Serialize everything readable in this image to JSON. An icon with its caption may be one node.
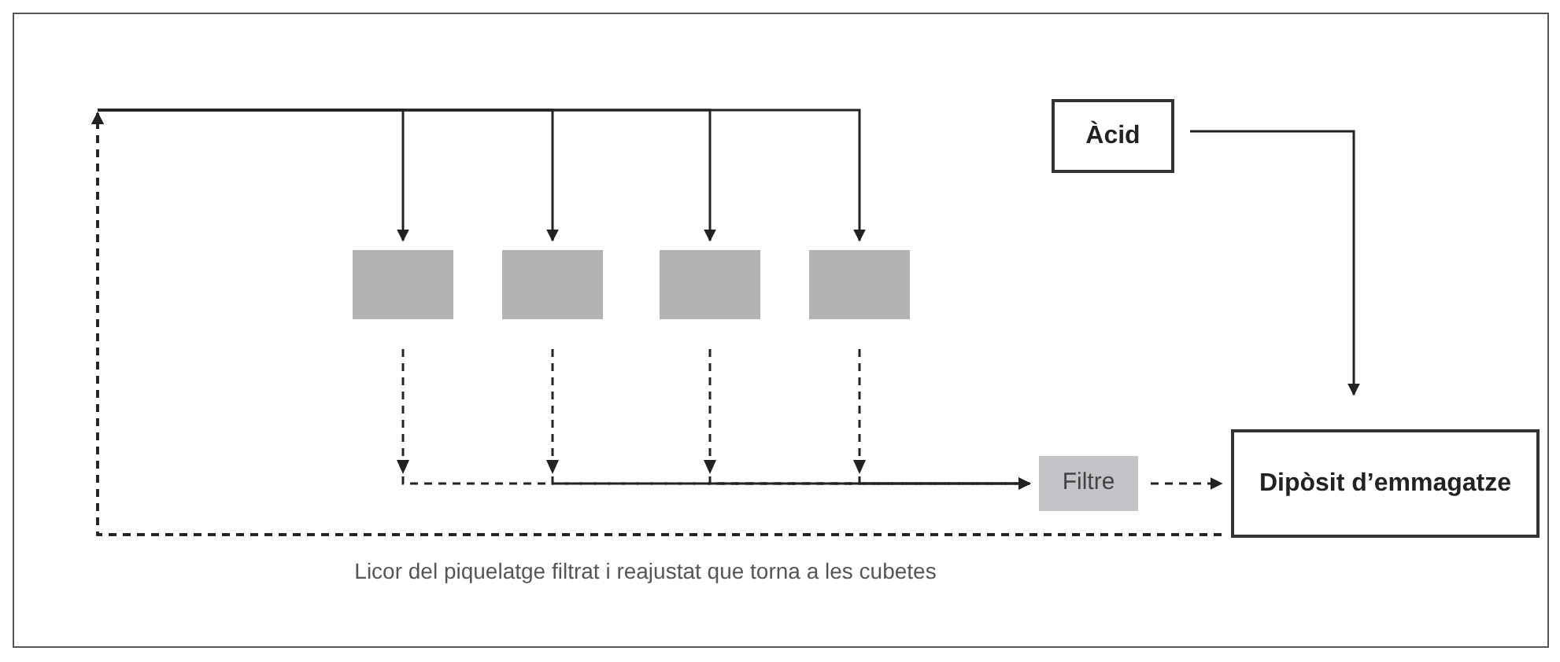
{
  "diagram": {
    "nodes": [
      {
        "text": [
          "Àcid"
        ]
      },
      {
        "text": [
          "Dipòsit d’emmagatze"
        ]
      },
      {
        "text": [
          "Filtre"
        ]
      },
      {
        "text": [],
        "shape": "box"
      },
      {
        "text": [],
        "shape": "box"
      },
      {
        "text": [],
        "shape": "box"
      },
      {
        "text": [],
        "shape": "box"
      }
    ],
    "edges": [
      {
        "from": 0,
        "to": 1,
        "arrow": "to"
      },
      {
        "from": 2,
        "to": 1,
        "arrow": "to",
        "style": "dashed"
      },
      {
        "from": 3,
        "to": 2,
        "arrow": "to",
        "style": "dashed"
      },
      {
        "from": 4,
        "to": 2,
        "arrow": "to",
        "style": "dashed"
      },
      {
        "from": 5,
        "to": 2,
        "arrow": "to",
        "style": "dashed"
      },
      {
        "from": 6,
        "to": 2,
        "arrow": "to",
        "style": "dashed"
      },
      {
        "from": 1,
        "to": 3,
        "arrow": "to",
        "style": "dashed",
        "label": "Licor del piquelatge filtrat i reajustat que torna a les cubetes"
      },
      {
        "from": 1,
        "to": 4,
        "arrow": "to",
        "style": "dashed"
      },
      {
        "from": 1,
        "to": 5,
        "arrow": "to",
        "style": "dashed"
      },
      {
        "from": 1,
        "to": 6,
        "arrow": "to",
        "style": "dashed"
      }
    ]
  }
}
